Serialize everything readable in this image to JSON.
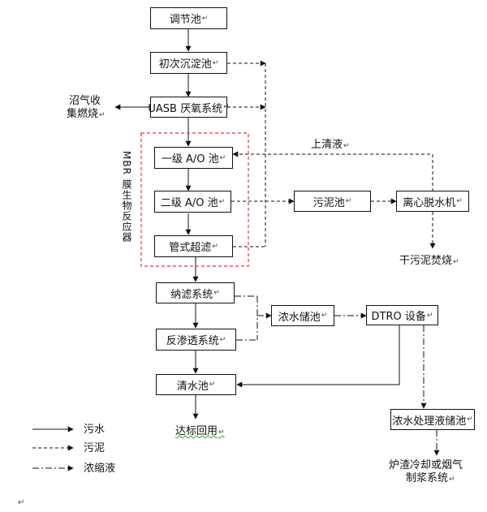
{
  "nodes": {
    "tiaojie": "调节池",
    "chuci": "初次沉淀池",
    "uasb": "UASB 厌氧系统",
    "yiji_ao": "一级 A/O 池",
    "erji_ao": "二级 A/O 池",
    "guanshi": "管式超滤",
    "wuni": "污泥池",
    "lixin": "离心脱水机",
    "nalv": "纳滤系统",
    "fanshentou": "反渗透系统",
    "nongshui": "浓水储池",
    "dtro": "DTRO 设备",
    "qingshui": "清水池",
    "nongshui_chuli": "浓水处理液储池"
  },
  "labels": {
    "zhaoqi_line1": "沼气收",
    "zhaoqi_line2": "集燃烧",
    "shangqingye": "上清液",
    "mbr": "MBR 膜生物反应器",
    "gan_wuni": "干污泥焚烧",
    "dabiao": "达标回用",
    "luzha_line1": "炉渣冷却或烟气",
    "luzha_line2": "制浆系统",
    "trailing_mark": "↵"
  },
  "legend": {
    "items": [
      {
        "label": "污水",
        "line": "solid"
      },
      {
        "label": "污泥",
        "line": "dashed"
      },
      {
        "label": "浓缩液",
        "line": "dashdot"
      }
    ]
  },
  "colors": {
    "line": "#111111",
    "mbr_frame": "#e8353a",
    "spell_underline": "#3a9b3a"
  }
}
